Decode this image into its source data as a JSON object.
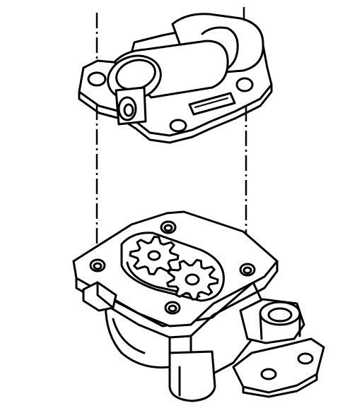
{
  "figure": {
    "colors": {
      "line": "#000000",
      "fill": "#ffffff"
    },
    "parts": [
      "pump-cover",
      "pump-body",
      "drive-gear",
      "driven-gear",
      "alignment-lines"
    ]
  }
}
